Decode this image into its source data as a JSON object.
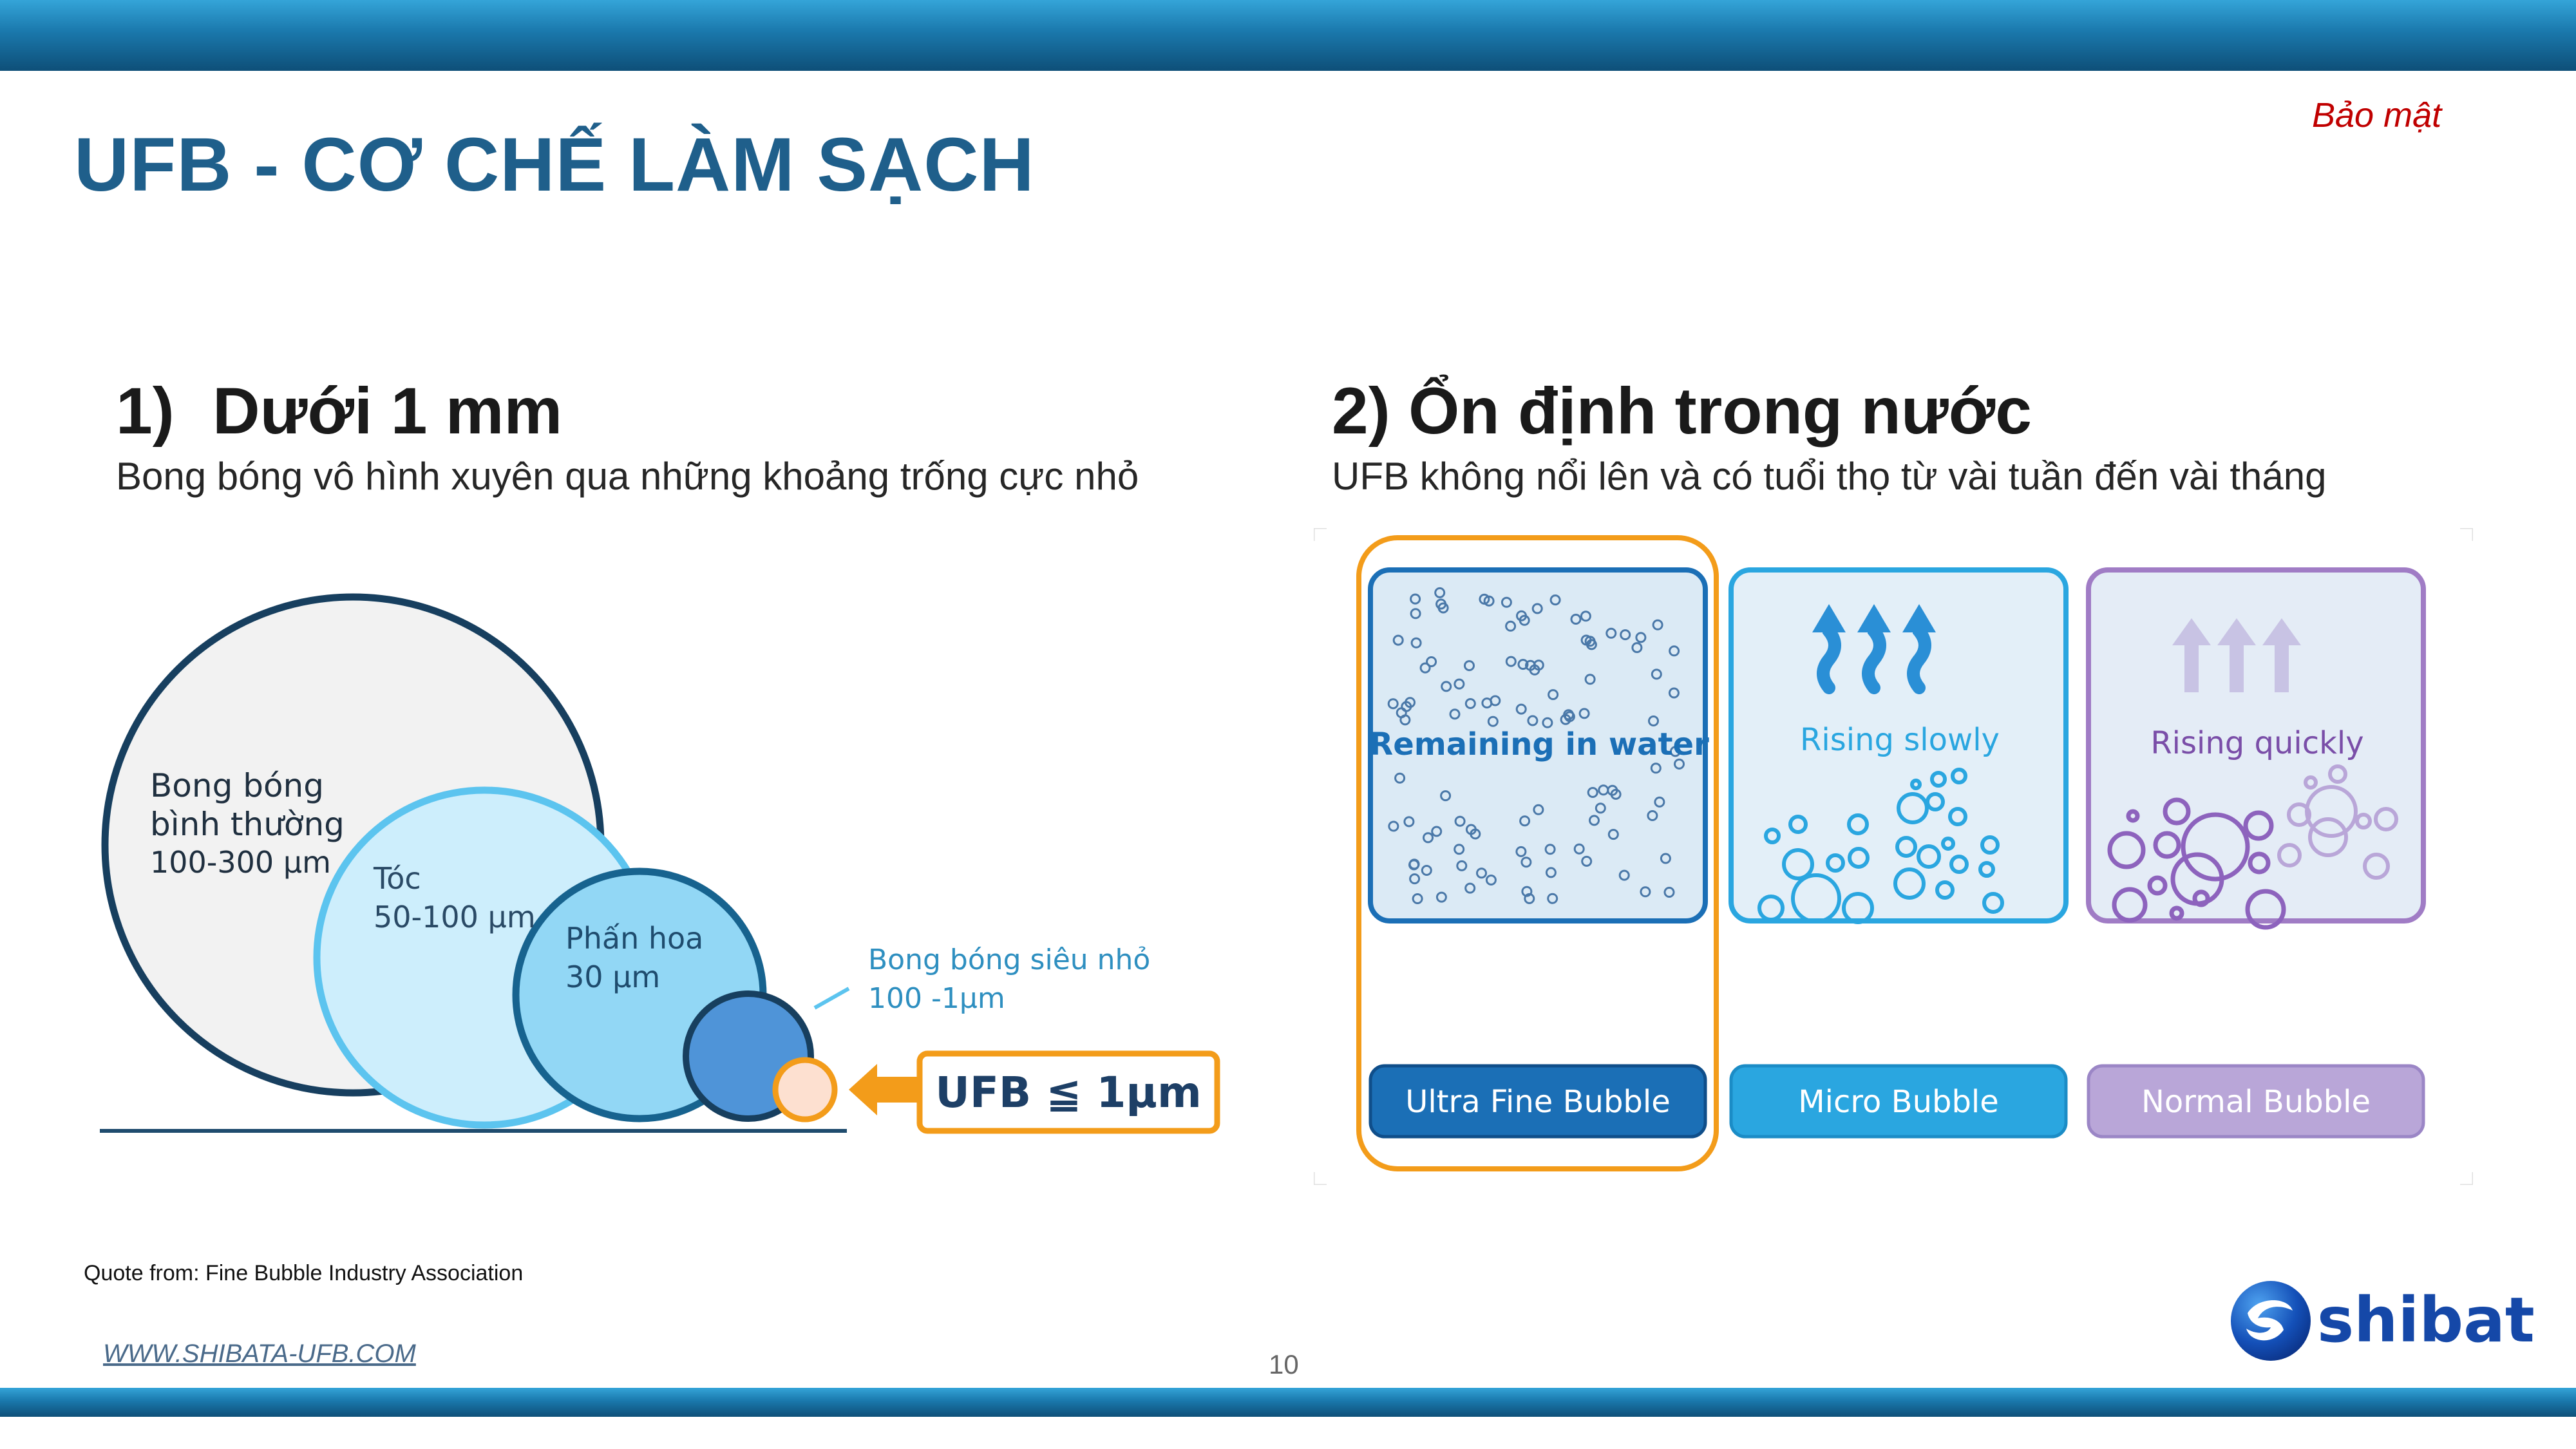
{
  "header": {
    "title": "UFB - CƠ CHẾ LÀM SẠCH",
    "confidential": "Bảo mật"
  },
  "left": {
    "heading_num": "1)",
    "heading": "Dưới 1 mm",
    "subtitle": "Bong bóng vô hình xuyên qua những khoảng trống cực nhỏ",
    "circles": [
      {
        "line1": "Bong bóng",
        "line2": "bình thường",
        "line3": "100-300 µm"
      },
      {
        "line1": "Tóc",
        "line2": "50-100 µm"
      },
      {
        "line1": "Phấn hoa",
        "line2": "30 µm"
      }
    ],
    "callout": {
      "line1": "Bong bóng siêu nhỏ",
      "line2": "100 -1µm"
    },
    "ufb_badge": "UFB ≦ 1µm"
  },
  "right": {
    "heading": "2) Ổn định trong nước",
    "subtitle": "UFB không nổi lên và có tuổi thọ từ vài tuần đến vài tháng",
    "panels": [
      {
        "caption": "Remaining in water",
        "label": "Ultra Fine Bubble"
      },
      {
        "caption": "Rising slowly",
        "label": "Micro Bubble"
      },
      {
        "caption": "Rising quickly",
        "label": "Normal Bubble"
      }
    ]
  },
  "footer": {
    "quote": "Quote from: Fine Bubble Industry Association",
    "website": "WWW.SHIBATA-UFB.COM",
    "page": "10",
    "logo_text": "shibata"
  },
  "colors": {
    "brand_blue": "#1f5f8b",
    "accent_orange": "#f39c1a",
    "confidential_red": "#c00000",
    "ufb_blue": "#1b6fb6",
    "micro_blue": "#2aa6e0",
    "normal_purple": "#b9a6d8"
  }
}
